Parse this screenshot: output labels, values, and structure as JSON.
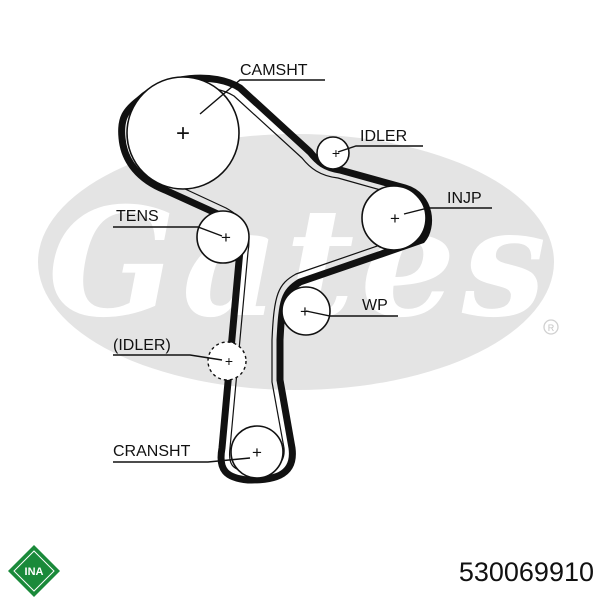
{
  "labels": {
    "camshaft": "CAMSHT",
    "idler_top": "IDLER",
    "injection_pump": "INJP",
    "tensioner": "TENS",
    "water_pump": "WP",
    "idler_optional": "(IDLER)",
    "crankshaft": "CRANSHT"
  },
  "watermark": {
    "text": "Gates",
    "registered": "®"
  },
  "logo": {
    "text": "INA"
  },
  "part_number": "530069910",
  "colors": {
    "belt": "#111111",
    "watermark": "#e4e4e4",
    "logo": "#1a8a3a"
  }
}
